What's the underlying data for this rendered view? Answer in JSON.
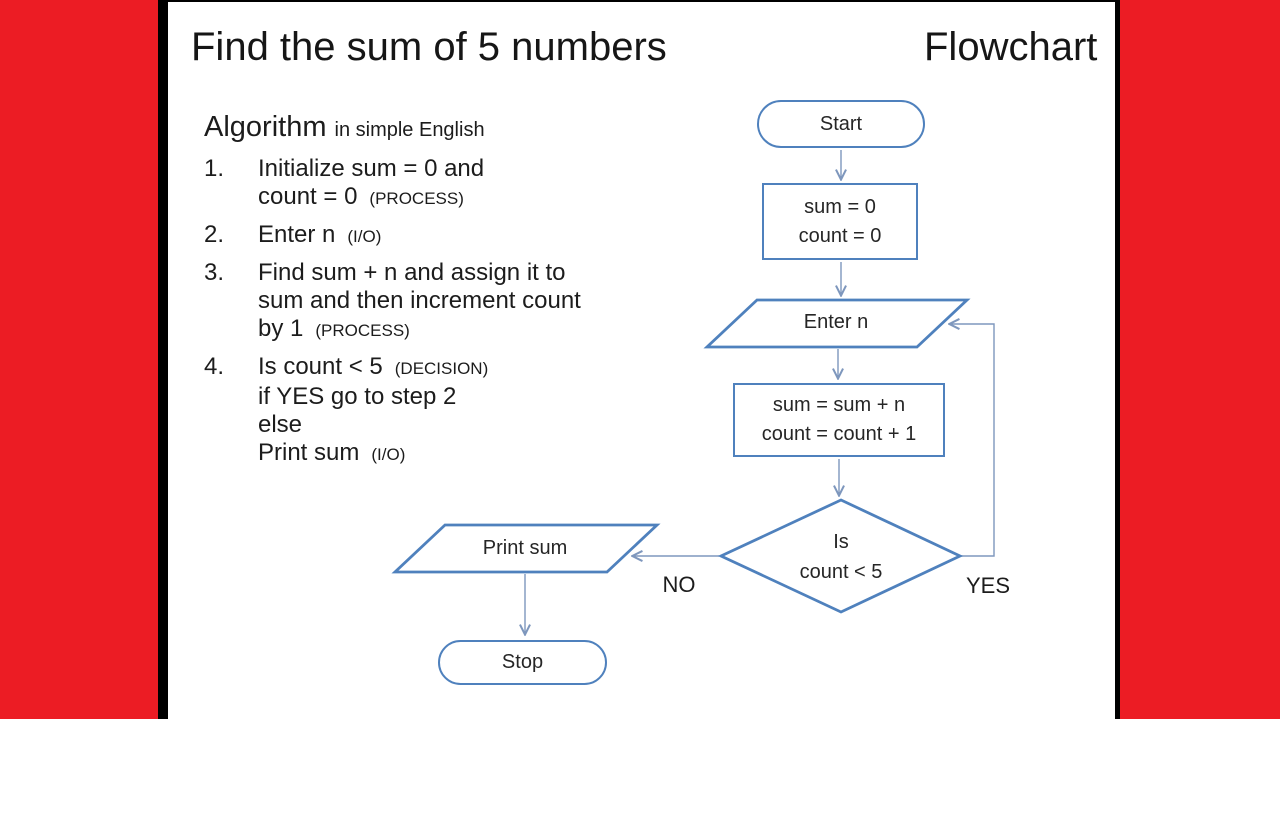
{
  "colors": {
    "band-red": "#EC1C24",
    "strip-black": "#000000",
    "shape-border": "#4F81BD",
    "connector": "#7E97BD",
    "text": "#1A1A1A"
  },
  "header": {
    "title": "Find the sum of 5 numbers",
    "corner_label": "Flowchart"
  },
  "algorithm": {
    "heading": "Algorithm",
    "heading_note": "in simple English",
    "steps": [
      {
        "number": "1.",
        "lines": [
          {
            "main": "Initialize sum = 0 and"
          },
          {
            "main": "count = 0",
            "note": "(PROCESS)"
          }
        ]
      },
      {
        "number": "2.",
        "lines": [
          {
            "main": "Enter n",
            "note": "(I/O)"
          }
        ]
      },
      {
        "number": "3.",
        "lines": [
          {
            "main": "Find sum + n and assign it to"
          },
          {
            "main": "sum and then increment count"
          },
          {
            "main": "by 1",
            "note": "(PROCESS)"
          }
        ]
      },
      {
        "number": "4.",
        "lines": [
          {
            "main": "Is count < 5",
            "note": "(DECISION)"
          },
          {
            "main": "if YES go to step 2"
          },
          {
            "main": "else"
          },
          {
            "main": "Print sum",
            "note": "(I/O)"
          }
        ]
      }
    ]
  },
  "flowchart": {
    "start": "Start",
    "init_line1": "sum = 0",
    "init_line2": "count = 0",
    "input": "Enter n",
    "process_line1": "sum = sum + n",
    "process_line2": "count = count + 1",
    "decision_line1": "Is",
    "decision_line2": "count < 5",
    "no_label": "NO",
    "yes_label": "YES",
    "output": "Print sum",
    "stop": "Stop"
  }
}
